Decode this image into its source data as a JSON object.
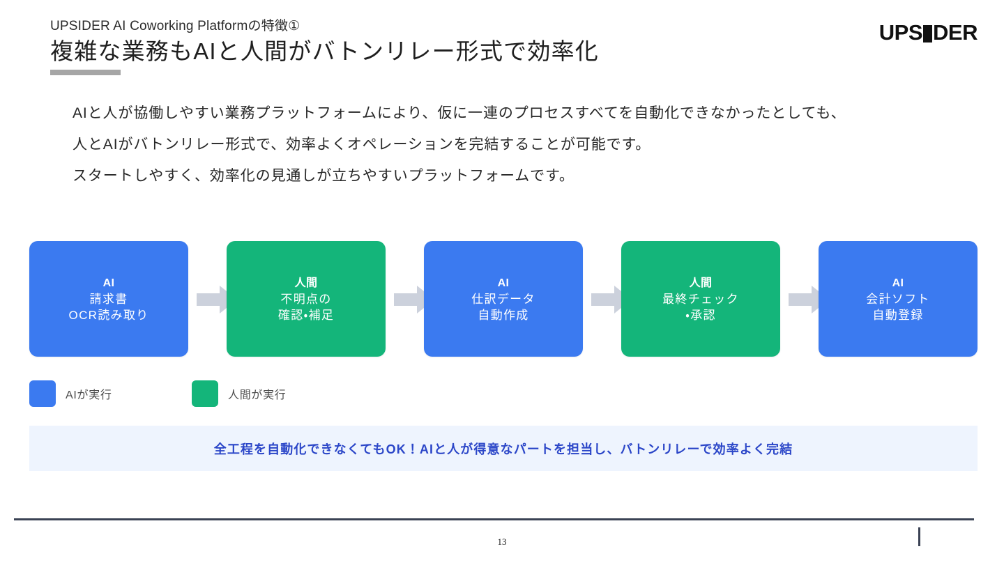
{
  "header": {
    "eyebrow": "UPSIDER AI Coworking Platformの特徴①",
    "headline": "複雑な業務もAIと人間がバトンリレー形式で効率化",
    "accent_color": "#a6a6a6"
  },
  "logo": {
    "text_before": "UPS",
    "block_glyph": "I",
    "text_after": "DER",
    "full_text": "UPSIDER",
    "color": "#111111"
  },
  "lead": {
    "lines": [
      "AIと人が協働しやすい業務プラットフォームにより、仮に一連のプロセスすべてを自動化できなかったとしても、",
      "人とAIがバトンリレー形式で、効率よくオペレーションを完結することが可能です。",
      "スタートしやすく、効率化の見通しが立ちやすいプラットフォームです。"
    ]
  },
  "flow": {
    "arrow_color": "#ccd1dc",
    "steps": [
      {
        "role": "AI",
        "task_lines": [
          "請求書",
          "OCR読み取り"
        ],
        "actor": "ai",
        "color": "#3b7af0"
      },
      {
        "role": "人間",
        "task_lines": [
          "不明点の",
          "確認・補足"
        ],
        "actor": "human",
        "color": "#14b57a"
      },
      {
        "role": "AI",
        "task_lines": [
          "仕訳データ",
          "自動作成"
        ],
        "actor": "ai",
        "color": "#3b7af0"
      },
      {
        "role": "人間",
        "task_lines": [
          "最終チェック",
          "・承認"
        ],
        "actor": "human",
        "color": "#14b57a"
      },
      {
        "role": "AI",
        "task_lines": [
          "会計ソフト",
          "自動登録"
        ],
        "actor": "ai",
        "color": "#3b7af0"
      }
    ]
  },
  "legend": {
    "items": [
      {
        "label": "AIが実行",
        "color": "#3b7af0"
      },
      {
        "label": "人間が実行",
        "color": "#14b57a"
      }
    ]
  },
  "callout": {
    "text": "全工程を自動化できなくてもOK！AIと人が得意なパートを担当し、バトンリレーで効率よく完結",
    "background": "#eef4fe",
    "text_color": "#2b46c8"
  },
  "footer": {
    "page_number": "13",
    "rule_color": "#3a4254"
  }
}
